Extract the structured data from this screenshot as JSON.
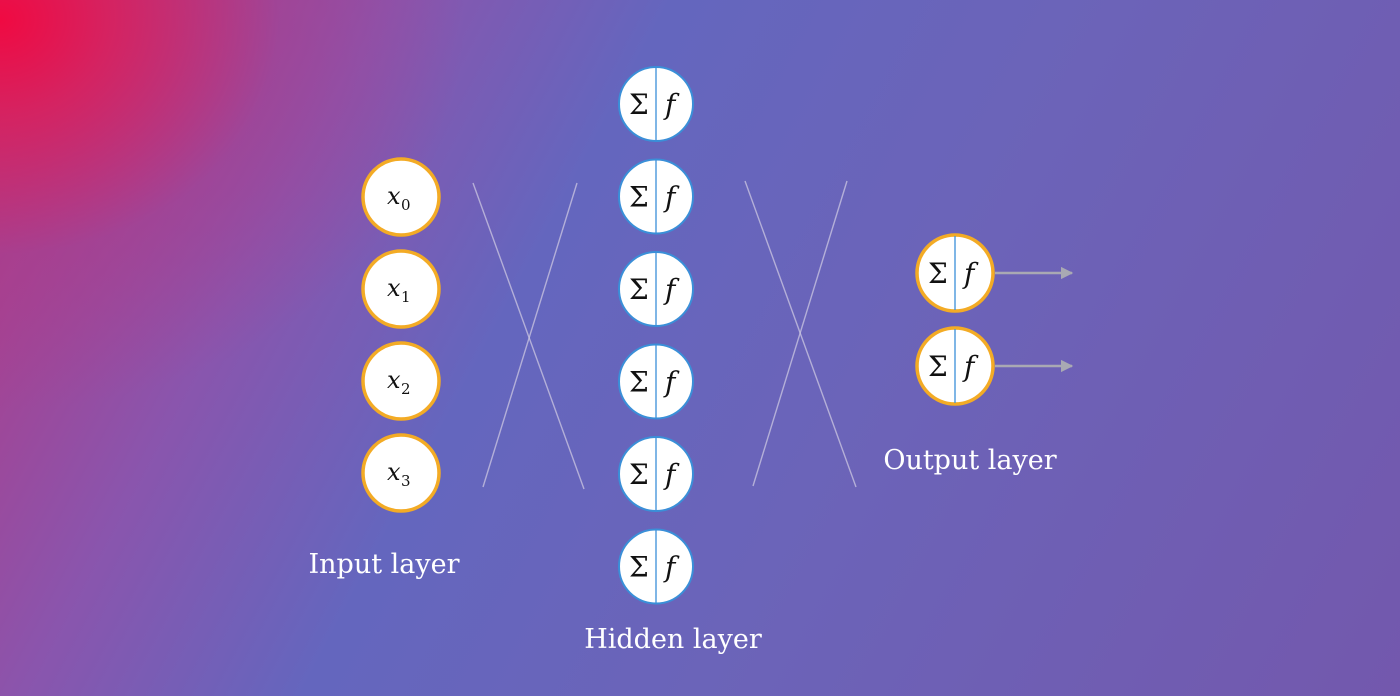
{
  "layers": {
    "input": {
      "label": "Input layer",
      "nodes": [
        {
          "var": "x",
          "sub": "0"
        },
        {
          "var": "x",
          "sub": "1"
        },
        {
          "var": "x",
          "sub": "2"
        },
        {
          "var": "x",
          "sub": "3"
        }
      ],
      "ring_color": "#f3ab25"
    },
    "hidden": {
      "label": "Hidden layer",
      "node_count": 6,
      "sum_symbol": "Σ",
      "func_symbol": "f",
      "ring_color": "#3a8fd8"
    },
    "output": {
      "label": "Output layer",
      "node_count": 2,
      "sum_symbol": "Σ",
      "func_symbol": "f",
      "ring_color": "#f3ab25"
    }
  },
  "colors": {
    "background_top_left": "#f00a42",
    "background_main": "#6466be",
    "connection": "#cdc8e1",
    "arrow": "#a9a9b3"
  }
}
